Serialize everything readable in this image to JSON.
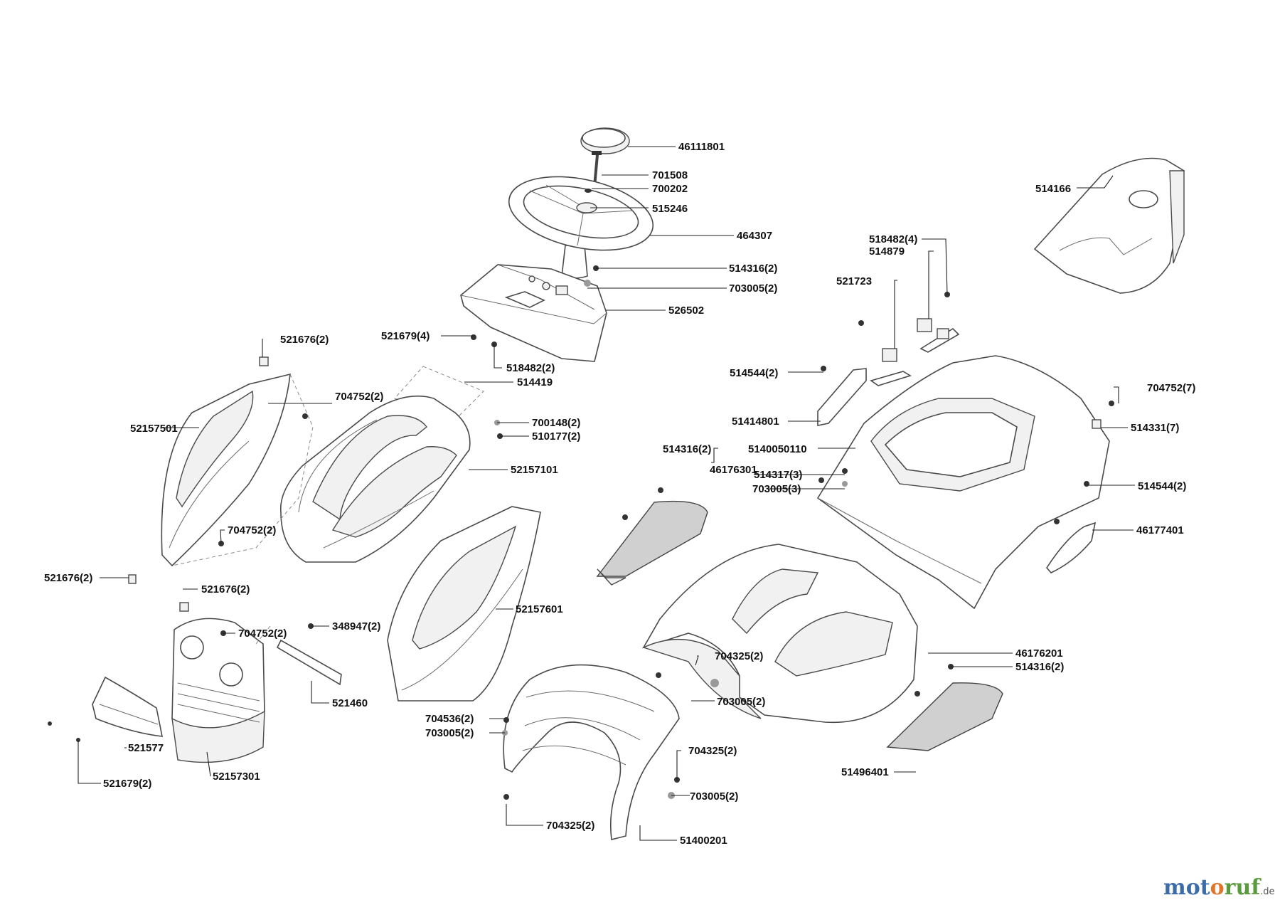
{
  "labels": [
    "46111801",
    "701508",
    "700202",
    "515246",
    "464307",
    "514316(2)",
    "703005(2)",
    "526502",
    "521679(4)",
    "518482(2)",
    "514419",
    "521676(2)",
    "704752(2)",
    "52157501",
    "700148(2)",
    "510177(2)",
    "52157101",
    "704752(2)",
    "521676(2)",
    "521676(2)",
    "704752(2)",
    "348947(2)",
    "52157601",
    "521460",
    "521577",
    "52157301",
    "521679(2)",
    "514166",
    "518482(4)",
    "514879",
    "521723",
    "514544(2)",
    "51414801",
    "5140050110",
    "514316(2)",
    "46176301",
    "514317(3)",
    "703005(3)",
    "704752(7)",
    "514331(7)",
    "514544(2)",
    "46177401",
    "704325(2)",
    "703005(2)",
    "46176201",
    "514316(2)",
    "704536(2)",
    "703005(2)",
    "704325(2)",
    "703005(2)",
    "51496401",
    "704325(2)",
    "51400201"
  ],
  "logo": {
    "part1": "mot",
    "part2": "o",
    "part3": "ruf",
    "tld": ".de"
  },
  "colors": {
    "logo_blue": "#3b6ca8",
    "logo_orange": "#e0752b",
    "logo_green": "#5b9a3e"
  }
}
